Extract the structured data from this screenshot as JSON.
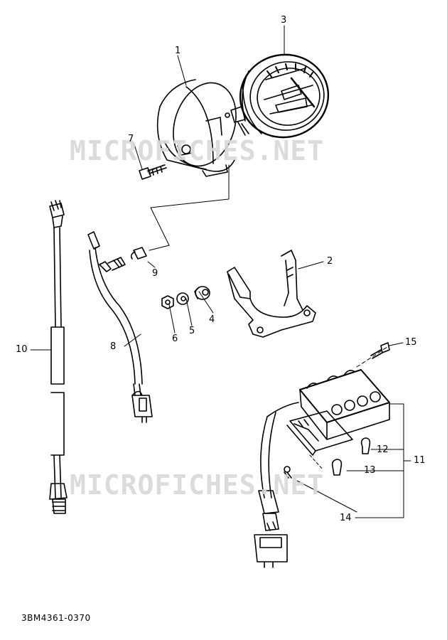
{
  "watermark_text": "MICROFICHES.NET",
  "part_code": "3BM4361-0370",
  "callouts": {
    "c1": "1",
    "c2": "2",
    "c3": "3",
    "c4": "4",
    "c5": "5",
    "c6": "6",
    "c7": "7",
    "c8": "8",
    "c9": "9",
    "c10": "10",
    "c11": "11",
    "c12": "12",
    "c13": "13",
    "c14": "14",
    "c15": "15"
  },
  "colors": {
    "line": "#000000",
    "watermark": "#d8d8d8",
    "background": "#ffffff"
  }
}
